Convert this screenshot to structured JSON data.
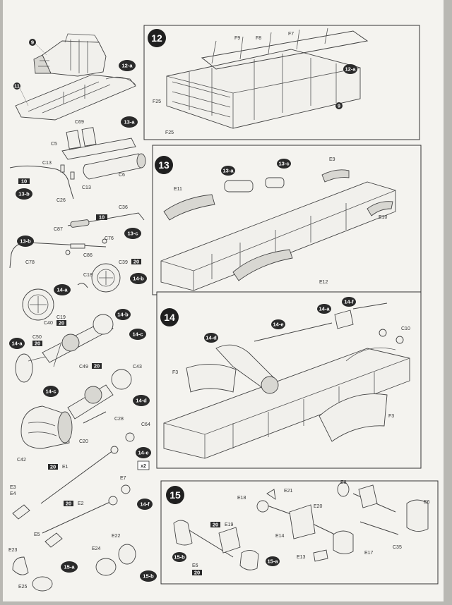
{
  "steps": {
    "s12": {
      "number": "12"
    },
    "s13": {
      "number": "13"
    },
    "s14": {
      "number": "14"
    },
    "s15": {
      "number": "15"
    }
  },
  "subassemblies": {
    "a12a": "12-a",
    "a13a": "13-a",
    "a13b": "13-b",
    "a13c": "13-c",
    "a14a": "14-a",
    "a14b": "14-b",
    "a14c": "14-c",
    "a14d": "14-d",
    "a14e": "14-e",
    "a14f": "14-f",
    "a15a": "15-a",
    "a15b": "15-b"
  },
  "parts": {
    "p9": "9",
    "p11": "11",
    "C69": "C69",
    "C5": "C5",
    "C6": "C6",
    "C13a": "C13",
    "C13b": "C13",
    "C26": "C26",
    "C36": "C36",
    "C87": "C87",
    "C76": "C76",
    "C86": "C86",
    "C78": "C78",
    "C18": "C18",
    "C39": "C39",
    "C40": "C40",
    "C19": "C19",
    "C50": "C50",
    "C49": "C49",
    "C43": "C43",
    "C28": "C28",
    "C20": "C20",
    "C64": "C64",
    "C42": "C42",
    "E1": "E1",
    "E7": "E7",
    "E3": "E3",
    "E4": "E4",
    "E2": "E2",
    "E5": "E5",
    "E22": "E22",
    "E24": "E24",
    "E23": "E23",
    "E25": "E25",
    "F9": "F9",
    "F8": "F8",
    "F7": "F7",
    "F25a": "F25",
    "F25b": "F25",
    "E11": "E11",
    "E9": "E9",
    "E10": "E10",
    "E12": "E12",
    "C10": "C10",
    "F3a": "F3",
    "F3b": "F3",
    "E8": "E8",
    "E6s": "E6",
    "E21": "E21",
    "E18": "E18",
    "E20": "E20",
    "E19": "E19",
    "E14": "E14",
    "E6b": "E6",
    "E13": "E13",
    "E17": "E17",
    "C35": "C35"
  },
  "counts": {
    "c10a": "10",
    "c10b": "10",
    "c20a": "20",
    "c20b": "20",
    "c20c": "20",
    "c20d": "20",
    "c20e": "20",
    "c20f": "20",
    "c20g": "20",
    "c20h": "20",
    "x2": "x2"
  }
}
